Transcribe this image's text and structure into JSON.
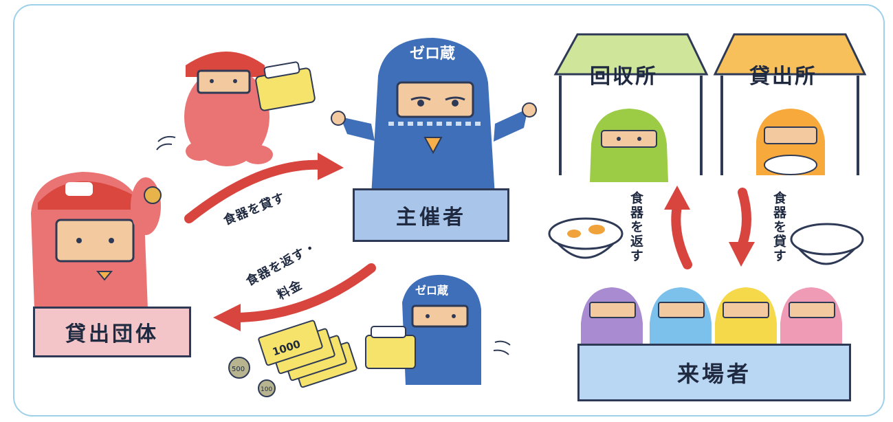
{
  "labels": {
    "organizer": "主催者",
    "lender_org": "貸出団体",
    "visitors": "来場者",
    "collection_booth": "回収所",
    "lending_booth": "貸出所",
    "ninja_badge": "ゼロ蔵"
  },
  "arrows": {
    "lend_dishes": "食器を貸す",
    "return_dishes_fee_line1": "食器を返す・",
    "return_dishes_fee_line2": "料金",
    "return_dishes_vertical": "食器を返す",
    "lend_dishes_vertical": "食器を貸す"
  },
  "money": {
    "bill": "1000",
    "coin_500": "500",
    "coin_100": "100"
  },
  "colors": {
    "frame": "#9ed0ea",
    "arrow_red": "#d8453f",
    "organizer_box": "#a9c6ea",
    "lender_box": "#f4c5c8",
    "visitor_box": "#b9d6f3",
    "collection_roof": "#cfe59a",
    "lending_roof": "#f8c05a",
    "ninja_blue": "#3f6fb8",
    "ninja_red": "#ea6e6e"
  }
}
